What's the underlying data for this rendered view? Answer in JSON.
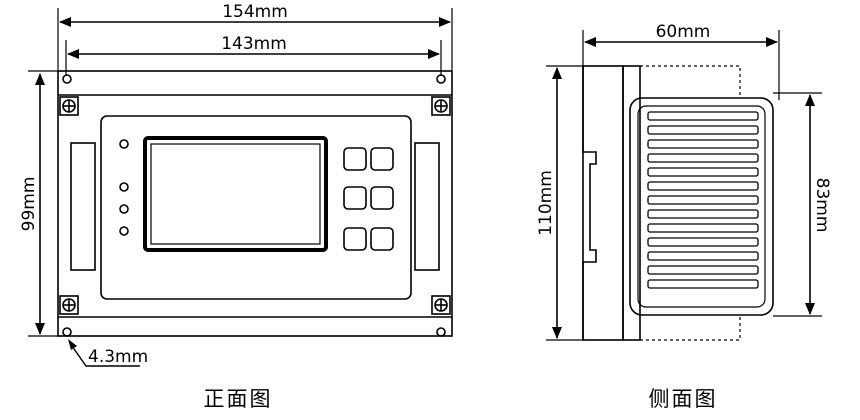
{
  "diagram": {
    "front_view": {
      "caption": "正面图",
      "dim_overall_width": "154mm",
      "dim_hole_spacing": "143mm",
      "dim_height": "99mm",
      "dim_hole_diameter": "4.3mm"
    },
    "side_view": {
      "caption": "侧面图",
      "dim_depth": "60mm",
      "dim_height": "110mm",
      "dim_vent_height": "83mm"
    }
  },
  "colors": {
    "line": "#000000",
    "background": "#ffffff"
  }
}
